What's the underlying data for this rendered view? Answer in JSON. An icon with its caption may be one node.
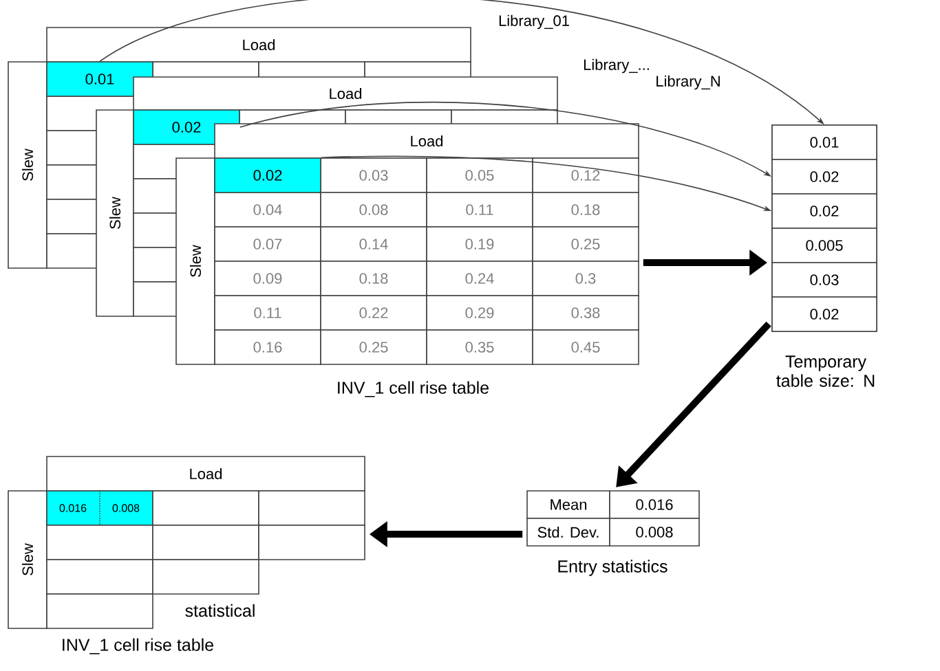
{
  "diagram": {
    "nodes": [
      {
        "text": [
          "0.01"
        ]
      },
      {
        "text": [
          "0.02"
        ]
      },
      {
        "text": [
          "Load",
          "Slew",
          "INV_1 cell rise table"
        ]
      },
      {
        "text": [
          "0.02"
        ],
        "in": 2
      },
      {
        "text": [
          "Temporary table size: N"
        ]
      },
      {
        "text": [
          "0.01"
        ],
        "in": 4
      },
      {
        "text": [
          "0.02"
        ],
        "in": 4
      },
      {
        "text": [
          "0.02"
        ],
        "in": 4
      },
      {
        "text": [
          "0.005"
        ],
        "in": 4
      },
      {
        "text": [
          "0.03"
        ],
        "in": 4
      },
      {
        "text": [
          "0.02"
        ],
        "in": 4
      },
      {
        "text": [
          "Mean",
          "0.016",
          "Std. Dev.",
          "0.008",
          "Entry statistics"
        ]
      },
      {
        "text": [
          "Load",
          "Slew",
          "0.016",
          "0.008",
          "statistical",
          "INV_1 cell rise table"
        ]
      }
    ],
    "edges": [
      {
        "from": 0,
        "to": 5,
        "arrow": "to"
      },
      {
        "from": 1,
        "to": 6,
        "arrow": "to"
      },
      {
        "from": 3,
        "to": 7,
        "arrow": "to"
      },
      {
        "from": 2,
        "to": 4,
        "arrow": "to",
        "style": "thick"
      },
      {
        "from": 4,
        "to": 11,
        "arrow": "to",
        "style": "thick"
      },
      {
        "from": 11,
        "to": 12,
        "arrow": "to",
        "style": "thick"
      }
    ],
    "labels": [
      "Library_01",
      "Load",
      "Slew",
      "Library_...",
      "Load",
      "Slew",
      "Library_N",
      "0.03",
      "0.05",
      "0.12",
      "0.04",
      "0.08",
      "0.11",
      "0.18",
      "0.07",
      "0.14",
      "0.19",
      "0.25",
      "0.09",
      "0.18",
      "0.24",
      "0.3",
      "0.11",
      "0.22",
      "0.29",
      "0.38",
      "0.16",
      "0.25",
      "0.35",
      "0.45"
    ]
  }
}
